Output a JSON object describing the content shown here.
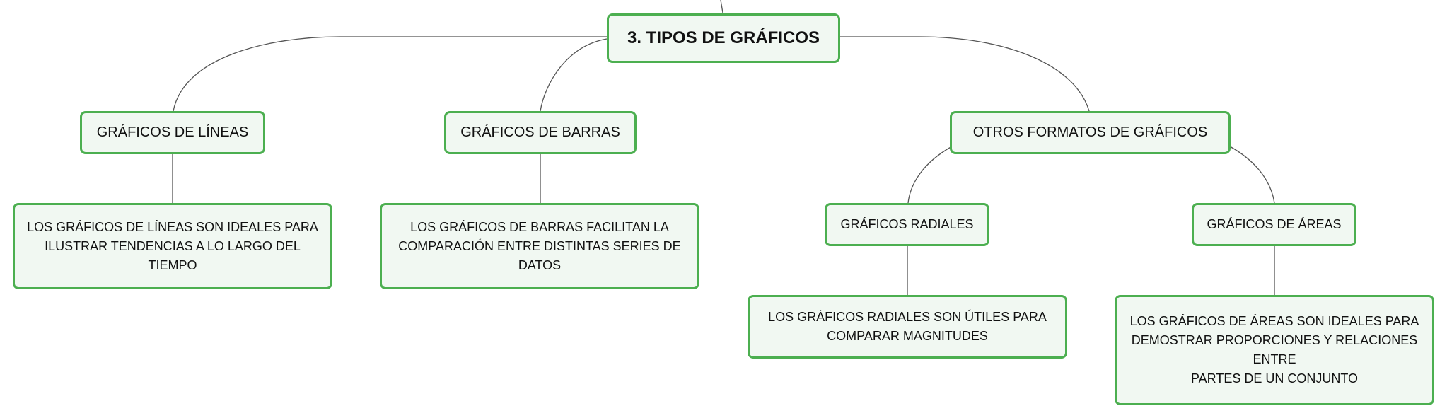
{
  "colors": {
    "node_border": "#4caf50",
    "node_fill": "#f1f8f2",
    "connector": "#555555",
    "text": "#111111"
  },
  "mindmap": {
    "root": "3. TIPOS DE GRÁFICOS",
    "lineas": {
      "title": "GRÁFICOS DE LÍNEAS",
      "desc_lines": [
        "LOS GRÁFICOS DE LÍNEAS SON IDEALES PARA",
        "ILUSTRAR TENDENCIAS A LO LARGO DEL TIEMPO"
      ]
    },
    "barras": {
      "title": "GRÁFICOS DE BARRAS",
      "desc_lines": [
        "LOS GRÁFICOS DE BARRAS FACILITAN LA",
        "COMPARACIÓN ENTRE DISTINTAS SERIES DE DATOS"
      ]
    },
    "otros": {
      "title": "OTROS FORMATOS DE GRÁFICOS",
      "radiales": {
        "title": "GRÁFICOS RADIALES",
        "desc_lines": [
          "LOS GRÁFICOS RADIALES SON ÚTILES PARA",
          "COMPARAR MAGNITUDES"
        ]
      },
      "areas": {
        "title": "GRÁFICOS DE ÁREAS",
        "desc_lines": [
          "LOS GRÁFICOS DE ÁREAS SON IDEALES PARA",
          "DEMOSTRAR PROPORCIONES Y RELACIONES ENTRE",
          "PARTES DE UN CONJUNTO"
        ]
      }
    }
  }
}
